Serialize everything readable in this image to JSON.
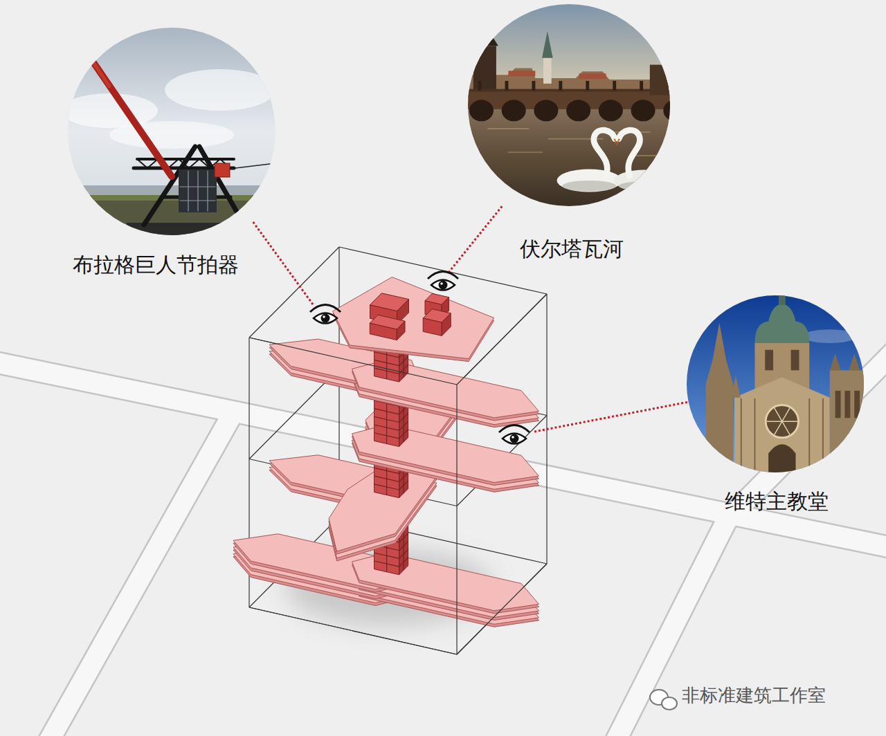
{
  "diagram": {
    "nodes": [
      {
        "text": [
          "布拉格巨人节拍器"
        ]
      },
      {
        "text": [
          "伏尔塔瓦河"
        ]
      },
      {
        "text": [
          "维特主教堂"
        ]
      }
    ],
    "labels": [
      "非标准建筑工作室"
    ]
  }
}
